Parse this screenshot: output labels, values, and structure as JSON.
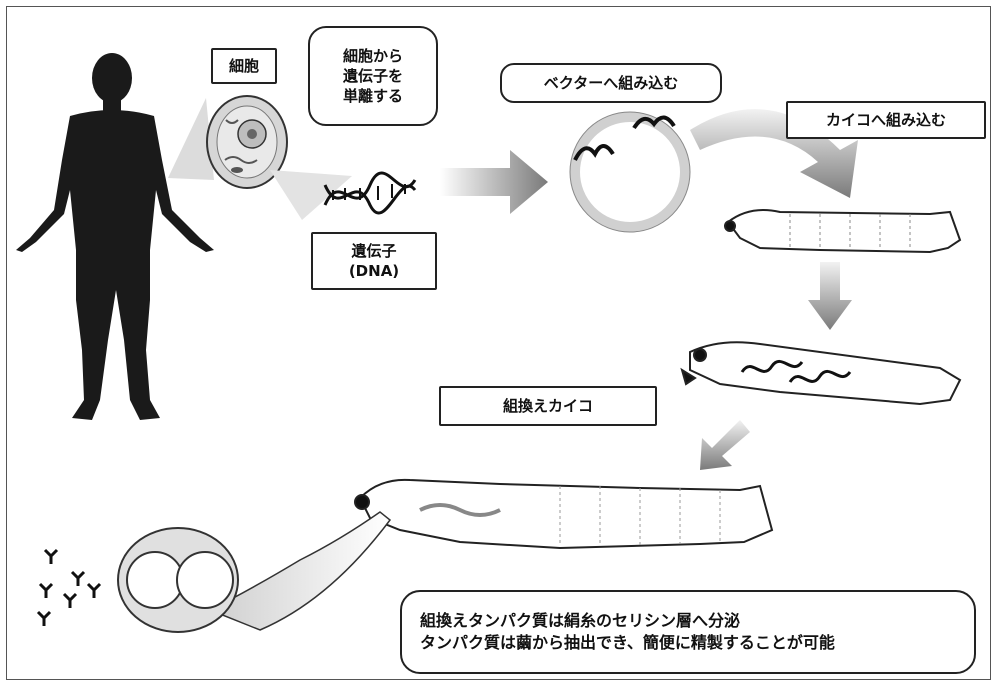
{
  "labels": {
    "cell": "細胞",
    "isolate_gene": "細胞から\n遺伝子を\n単離する",
    "gene_dna": "遺伝子\n(DNA)",
    "into_vector": "ベクターへ組み込む",
    "into_silkworm": "カイコへ組み込む",
    "recombinant_silkworm": "組換えカイコ",
    "note_line1": "組換えタンパク質は絹糸のセリシン層へ分泌",
    "note_line2": "タンパク質は繭から抽出でき、簡便に精製することが可能"
  },
  "colors": {
    "silhouette": "#1a1a1a",
    "arrow_gray": "#8c8c8c",
    "outline": "#222222"
  }
}
